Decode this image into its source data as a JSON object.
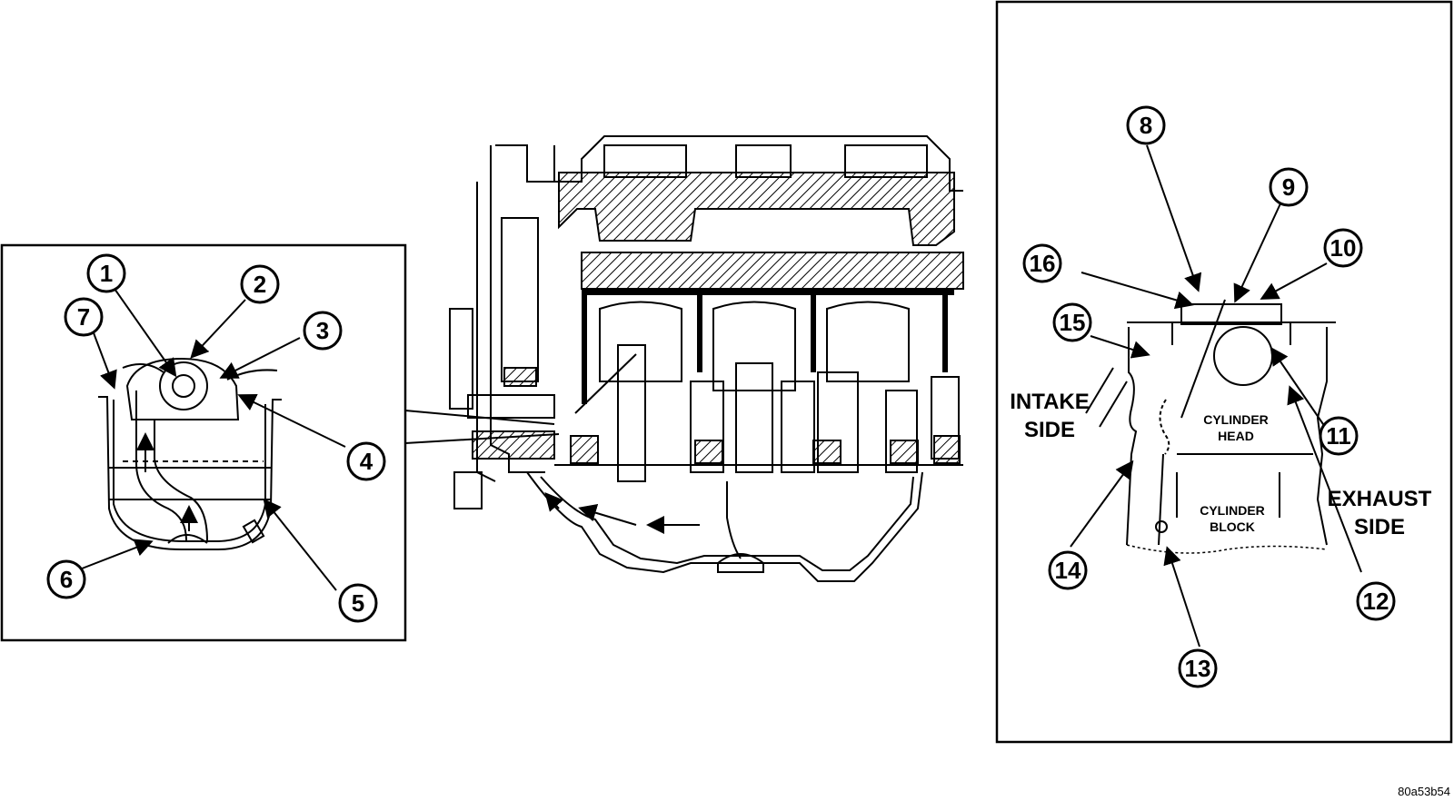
{
  "diagram": {
    "callouts": [
      "1",
      "2",
      "3",
      "4",
      "5",
      "6",
      "7",
      "8",
      "9",
      "10",
      "11",
      "12",
      "13",
      "14",
      "15",
      "16"
    ],
    "labels": {
      "intake_line1": "INTAKE",
      "intake_line2": "SIDE",
      "exhaust_line1": "EXHAUST",
      "exhaust_line2": "SIDE",
      "cyl_head_line1": "CYLINDER",
      "cyl_head_line2": "HEAD",
      "cyl_block_line1": "CYLINDER",
      "cyl_block_line2": "BLOCK"
    },
    "reference_code": "80a53b54"
  }
}
